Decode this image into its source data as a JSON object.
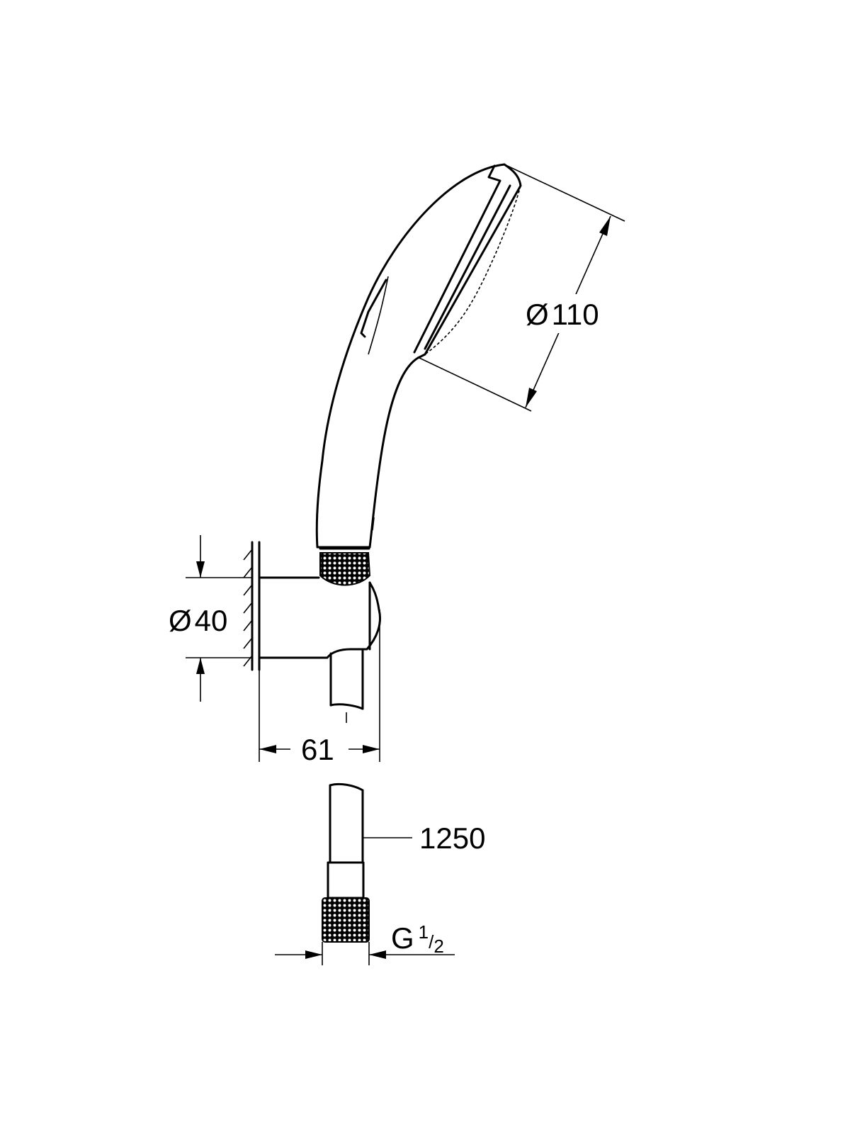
{
  "drawing": {
    "title": "Hand shower set with wall holder and hose",
    "dimensions": {
      "head_diameter": {
        "symbol": "Ø",
        "value": "110"
      },
      "holder_diameter": {
        "symbol": "Ø",
        "value": "40"
      },
      "holder_projection": {
        "value": "61"
      },
      "hose_length": {
        "value": "1250"
      },
      "thread": {
        "prefix": "G",
        "numerator": "1",
        "denominator": "2"
      }
    },
    "line_color": "#000000",
    "background": "#ffffff"
  }
}
